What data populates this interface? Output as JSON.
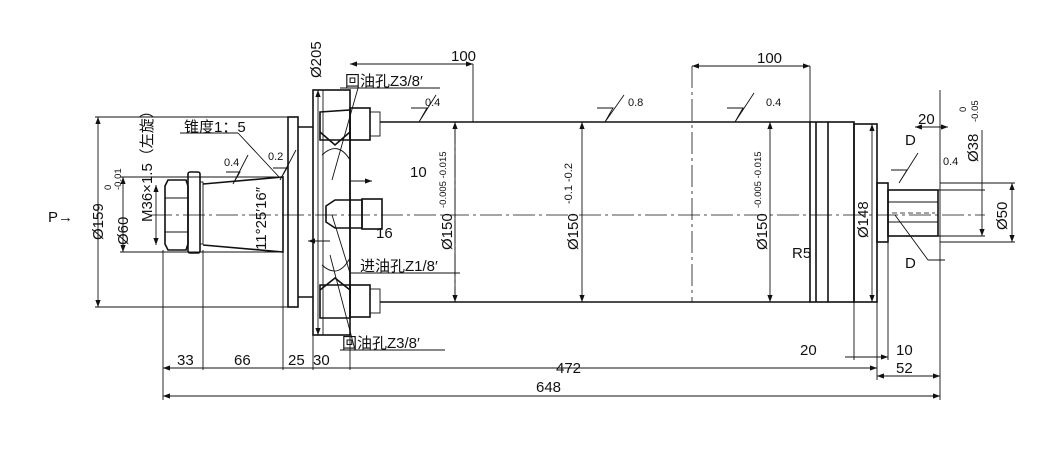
{
  "labels": {
    "p_view": "P→",
    "d159": "Ø159",
    "d60": "Ø60",
    "d60_tol_upper": "0",
    "d60_tol_lower": "-0.01",
    "thread": "M36×1.5（左旋）",
    "taper": "锥度1：5",
    "rough_nose": "0.4",
    "rough_taper": "0.2",
    "angle": "11°25′16″",
    "d205": "Ø205",
    "return_port_top": "回油孔Z3/8′",
    "return_port_bottom": "回油孔Z3/8′",
    "inlet_port": "进油孔Z1/8′",
    "rough_body_left": "0.4",
    "rough_body_mid": "0.8",
    "rough_body_right": "0.4",
    "dim_10": "10",
    "dim_16": "16",
    "d150_left": "Ø150",
    "d150_left_tol": "-0.005 -0.015",
    "d150_mid": "Ø150",
    "d150_mid_tol": "-0.1 -0.2",
    "d150_right": "Ø150",
    "d150_right_tol": "-0.005 -0.015",
    "r5": "R5",
    "d148": "Ø148",
    "dim_20_top": "20",
    "section_d_top": "D",
    "section_d_bottom": "D",
    "rough_shaft": "0.4",
    "d38": "Ø38",
    "d38_tol_upper": "0",
    "d38_tol_lower": "-0.05",
    "d50": "Ø50"
  },
  "dimensions": {
    "top_left_100": "100",
    "top_right_100": "100",
    "len_33": "33",
    "len_66": "66",
    "len_25": "25",
    "len_30": "30",
    "len_472": "472",
    "len_20": "20",
    "len_10": "10",
    "len_52": "52",
    "len_648": "648"
  }
}
